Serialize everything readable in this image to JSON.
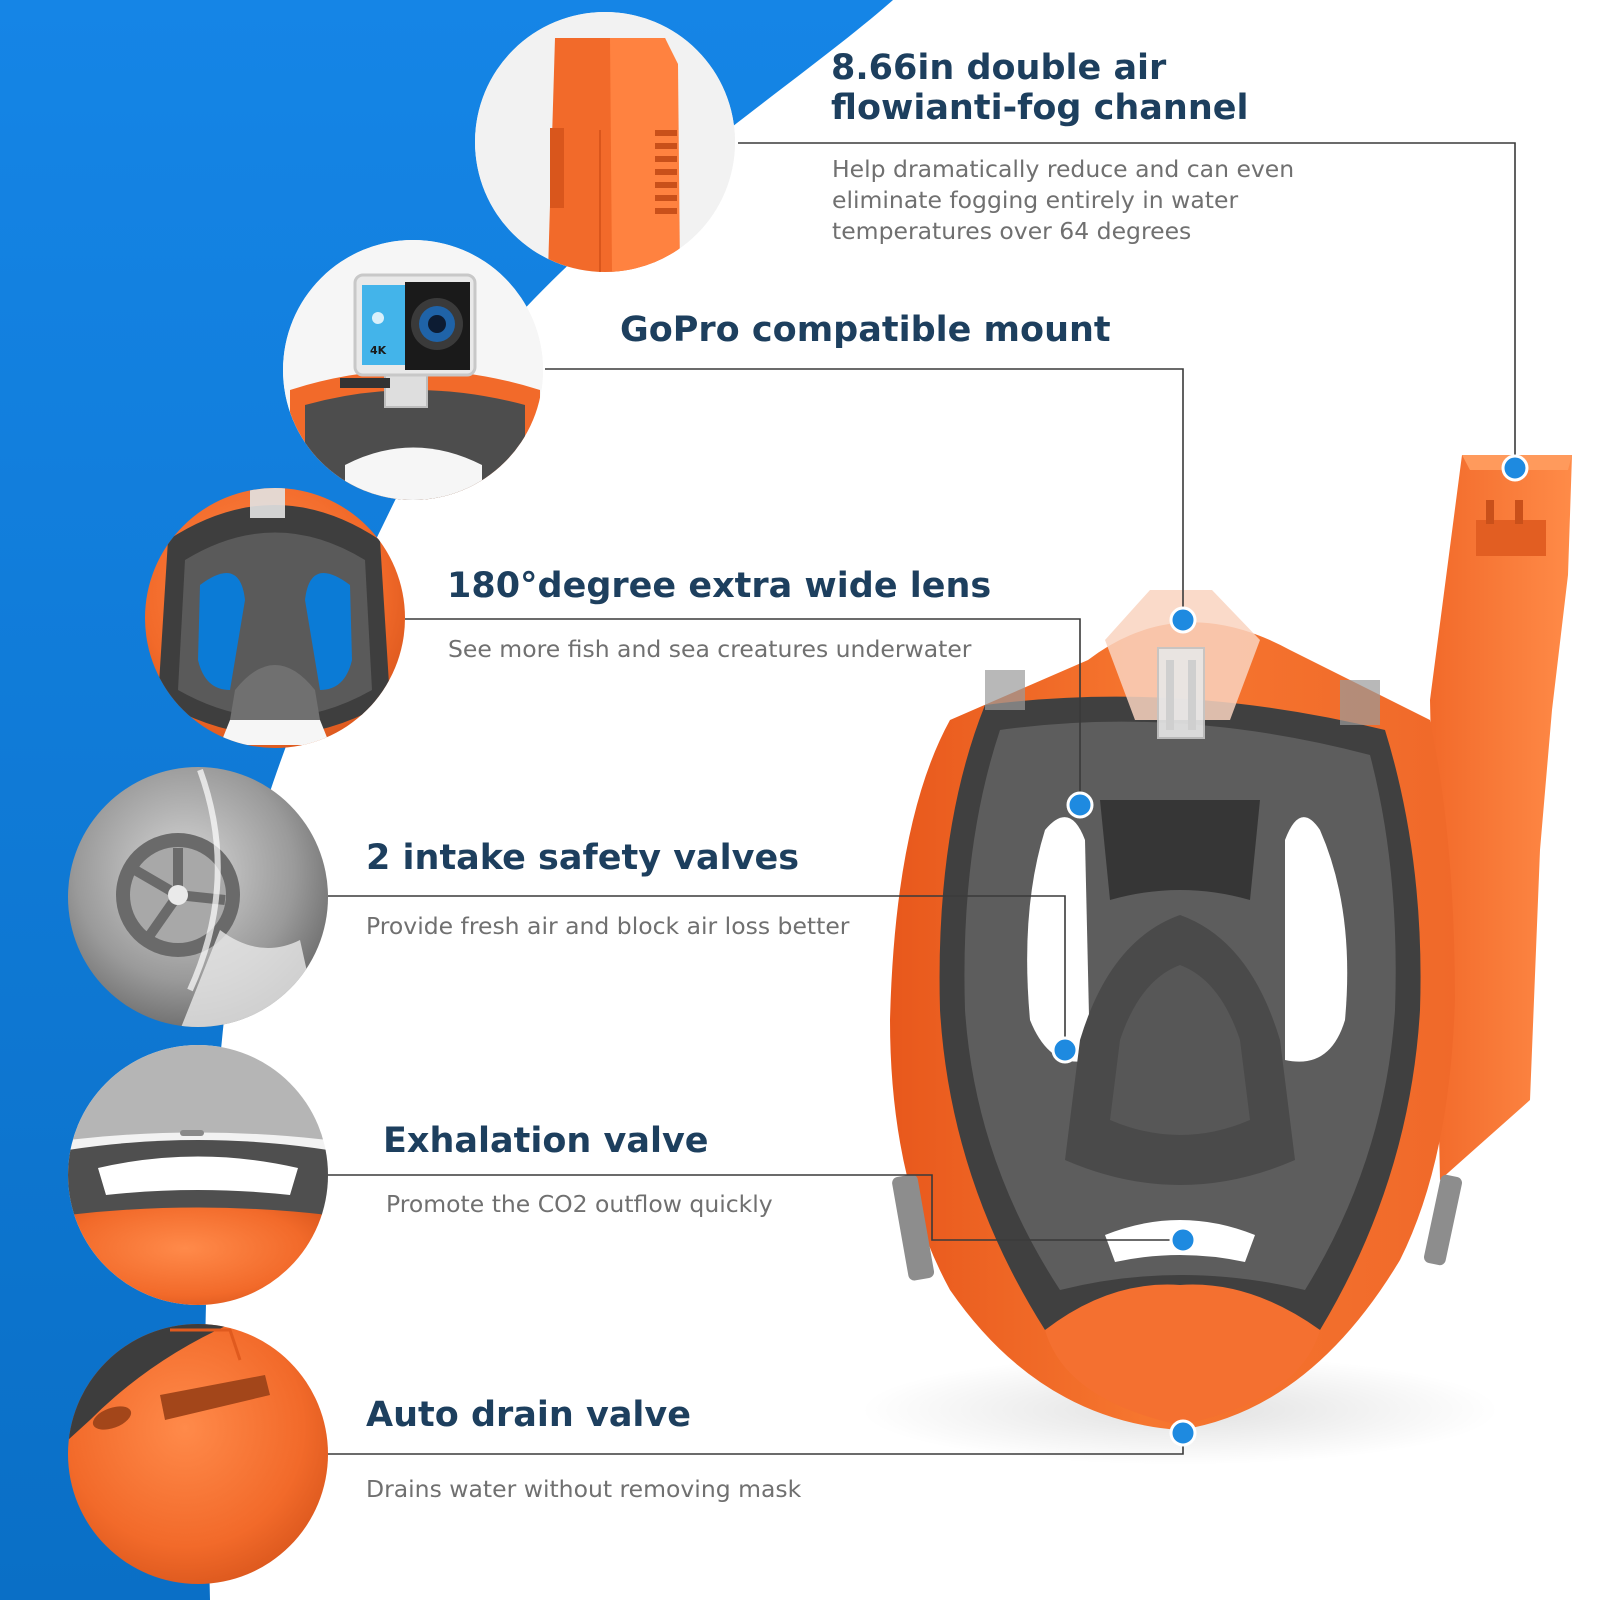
{
  "features": [
    {
      "title": "8.66in double air flowianti-fog channel",
      "description": "Help dramatically reduce and can even eliminate fogging entirely in water temperatures over 64 degrees"
    },
    {
      "title": "GoPro compatible mount",
      "description": ""
    },
    {
      "title": "180°degree extra wide lens",
      "description": "See more fish and sea creatures underwater"
    },
    {
      "title": "2 intake safety valves",
      "description": "Provide fresh air and block air loss better"
    },
    {
      "title": "Exhalation valve",
      "description": "Promote the CO2 outflow quickly"
    },
    {
      "title": "Auto drain valve",
      "description": "Drains water without removing mask"
    }
  ],
  "camera_badge": "4K",
  "colors": {
    "background_blue": "#0b7bd6",
    "mask_orange": "#f26a2a",
    "mask_gray": "#4a4a4a",
    "callout_line": "#3a3a3a",
    "callout_dot": "#1e8ae0",
    "title_navy": "#1d3f5e",
    "text_gray": "#707070"
  },
  "icons": [
    "anti-fog-channel-icon",
    "action-camera-icon",
    "wide-lens-icon",
    "intake-valve-icon",
    "exhalation-valve-icon",
    "drain-valve-icon"
  ]
}
